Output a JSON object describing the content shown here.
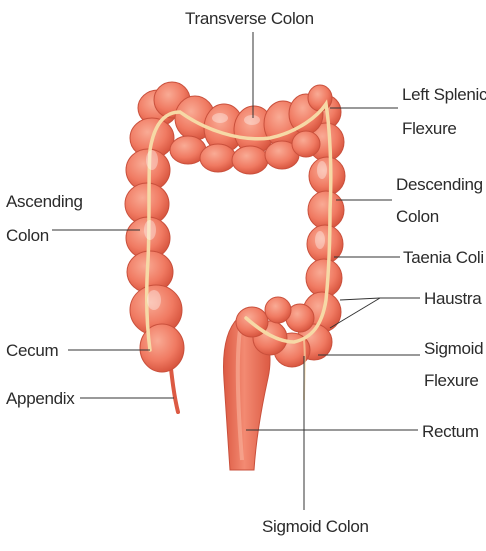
{
  "diagram": {
    "labels": {
      "transverse_colon": "Transverse Colon",
      "left_splenic_flexure_line1": "Left Splenic",
      "left_splenic_flexure_line2": "Flexure",
      "ascending_colon_line1": "Ascending",
      "ascending_colon_line2": "Colon",
      "descending_colon_line1": "Descending",
      "descending_colon_line2": "Colon",
      "taenia_coli": "Taenia Coli",
      "haustra": "Haustra",
      "cecum": "Cecum",
      "sigmoid_flexure_line1": "Sigmoid",
      "sigmoid_flexure_line2": "Flexure",
      "appendix": "Appendix",
      "rectum": "Rectum",
      "sigmoid_colon": "Sigmoid Colon"
    },
    "colors": {
      "tissue": "#f07a62",
      "tissue_dark": "#d9553f",
      "tissue_light": "#f7a089",
      "taenia_band": "#f6d9a6",
      "leader_line": "#333333",
      "text": "#2b2b2b"
    }
  }
}
